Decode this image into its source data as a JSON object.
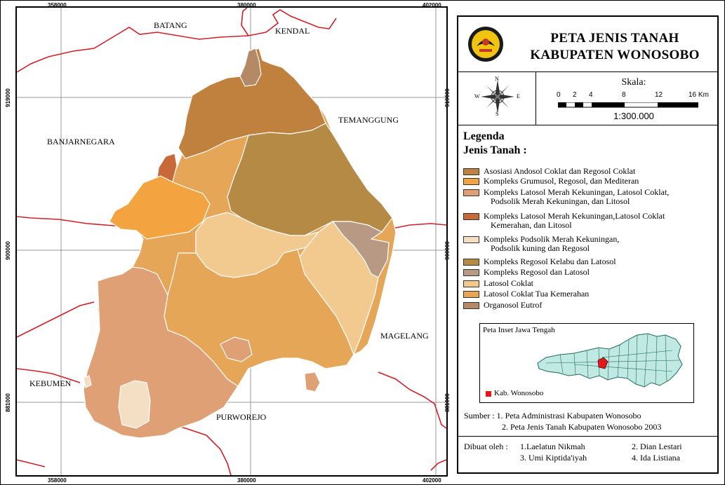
{
  "map": {
    "coords": {
      "top": [
        "358000",
        "380000",
        "402000"
      ],
      "bottom": [
        "358000",
        "380000",
        "402000"
      ],
      "left": [
        "919000",
        "900000",
        "881000"
      ],
      "right": [
        "919000",
        "900000",
        "881000"
      ]
    },
    "labels": {
      "batang": "BATANG",
      "kendal": "KENDAL",
      "temanggung": "TEMANGGUNG",
      "banjarnegara": "BANJARNEGARA",
      "magelang": "MAGELANG",
      "kebumen": "KEBUMEN",
      "purworejo": "PURWOREJO"
    }
  },
  "title": {
    "line1": "PETA JENIS TANAH",
    "line2": "KABUPATEN WONOSOBO"
  },
  "compass": {
    "n": "N",
    "s": "S",
    "e": "E",
    "w": "W"
  },
  "scale": {
    "label": "Skala:",
    "ticks": [
      "0",
      "2",
      "4",
      "8",
      "12",
      "16 Km"
    ],
    "ratio": "1:300.000"
  },
  "legend": {
    "heading1": "Legenda",
    "heading2": "Jenis Tanah :",
    "items": [
      {
        "label": "Asosiasi Andosol Coklat dan Regosol Coklat",
        "label2": "",
        "color": "#c0803e"
      },
      {
        "label": "Kompleks Grumusol, Regosol, dan Mediteran",
        "label2": "",
        "color": "#f3a33f"
      },
      {
        "label": "Kompleks Latosol Merah Kekuningan, Latosol Coklat,",
        "label2": "Podsolik Merah Kekuningan, dan Litosol",
        "color": "#e0a076"
      },
      {
        "label": "Kompleks Latosol Merah Kekuningan,Latosol Coklat",
        "label2": "Kemerahan, dan Litosol",
        "color": "#c8693a"
      },
      {
        "label": "Kompleks Podsolik Merah Kekuningan,",
        "label2": "Podsolik kuning dan Regosol",
        "color": "#f4dfc4"
      },
      {
        "label": "Kompleks Regosol Kelabu dan Latosol",
        "label2": "",
        "color": "#b58a45"
      },
      {
        "label": "Kompleks Regosol dan Latosol",
        "label2": "",
        "color": "#b89a84"
      },
      {
        "label": "Latosol Coklat",
        "label2": "",
        "color": "#f2c98e"
      },
      {
        "label": "Latosol Coklat Tua Kemerahan",
        "label2": "",
        "color": "#e6a657"
      },
      {
        "label": "Organosol Eutrof",
        "label2": "",
        "color": "#b48a66"
      }
    ]
  },
  "inset": {
    "title": "Peta Inset Jawa Tengah",
    "legend_label": "Kab. Wonosobo",
    "province_color": "#bfe9e2",
    "highlight_color": "#e8151b"
  },
  "sources": {
    "line1": "Sumber : 1. Peta Administrasi Kabupaten Wonosobo",
    "line2": "2. Peta Jenis Tanah Kabupaten Wonosobo 2003"
  },
  "authors": {
    "prefix": "Dibuat oleh :",
    "a1": "1.Laelatun Nikmah",
    "a2": "2. Dian Lestari",
    "a3": "3. Umi Kiptida'iyah",
    "a4": "4. Ida Listiana"
  },
  "colors": {
    "boundary_red": "#d0202a",
    "grid_line": "#9a9a9a"
  }
}
